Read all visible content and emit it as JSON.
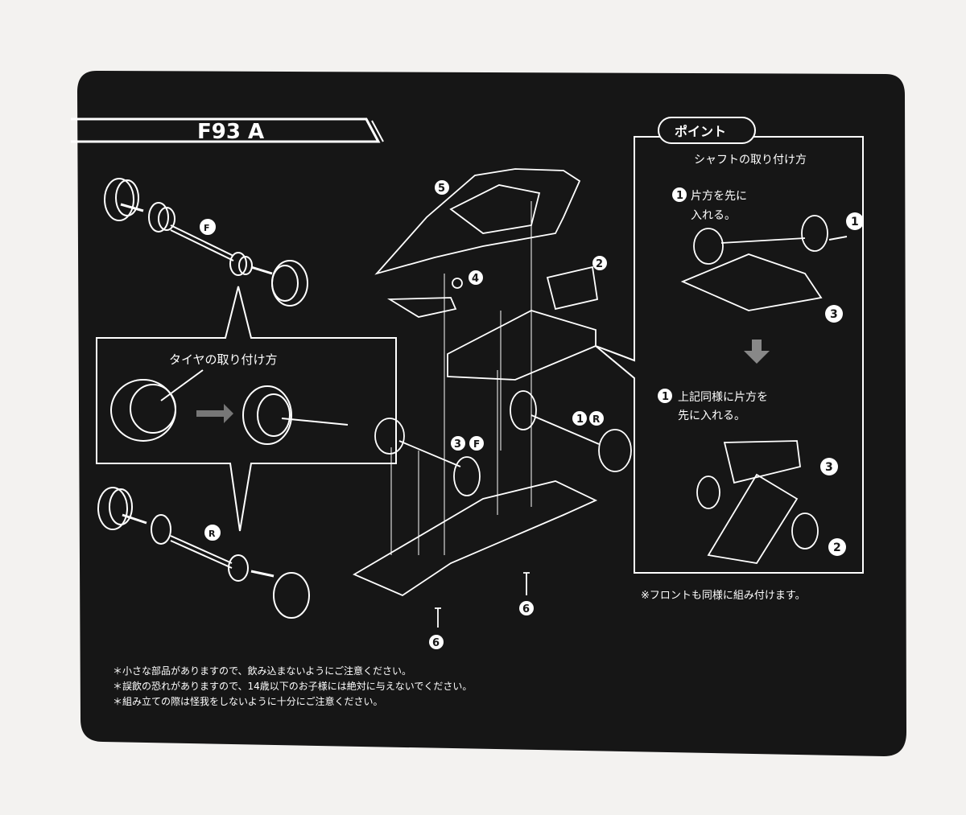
{
  "header": {
    "model": "F93 A"
  },
  "point_box": {
    "title": "ポイント",
    "subtitle": "シャフトの取り付け方",
    "step1_num": "1",
    "step1_text_a": "片方を先に",
    "step1_text_b": "入れる。",
    "step2_num": "1",
    "step2_text_a": "上記同様に片方を",
    "step2_text_b": "先に入れる。",
    "note": "※フロントも同様に組み付けます。"
  },
  "tire_box": {
    "title": "タイヤの取り付け方"
  },
  "labels": {
    "f": "F",
    "r": "R",
    "part_5": "5",
    "part_4": "4",
    "part_2": "2",
    "part_1r": "1",
    "part_3f": "3",
    "part_6": "6",
    "num_2": "2",
    "num_3": "3"
  },
  "warnings": [
    "＊小さな部品がありますので、飲み込まないようにご注意ください。",
    "＊誤飲の恐れがありますので、14歳以下のお子様には絶対に与えないでください。",
    "＊組み立ての際は怪我をしないように十分にご注意ください。"
  ],
  "colors": {
    "card": "#161616",
    "background": "#f3f2f0",
    "ink": "#ffffff"
  }
}
